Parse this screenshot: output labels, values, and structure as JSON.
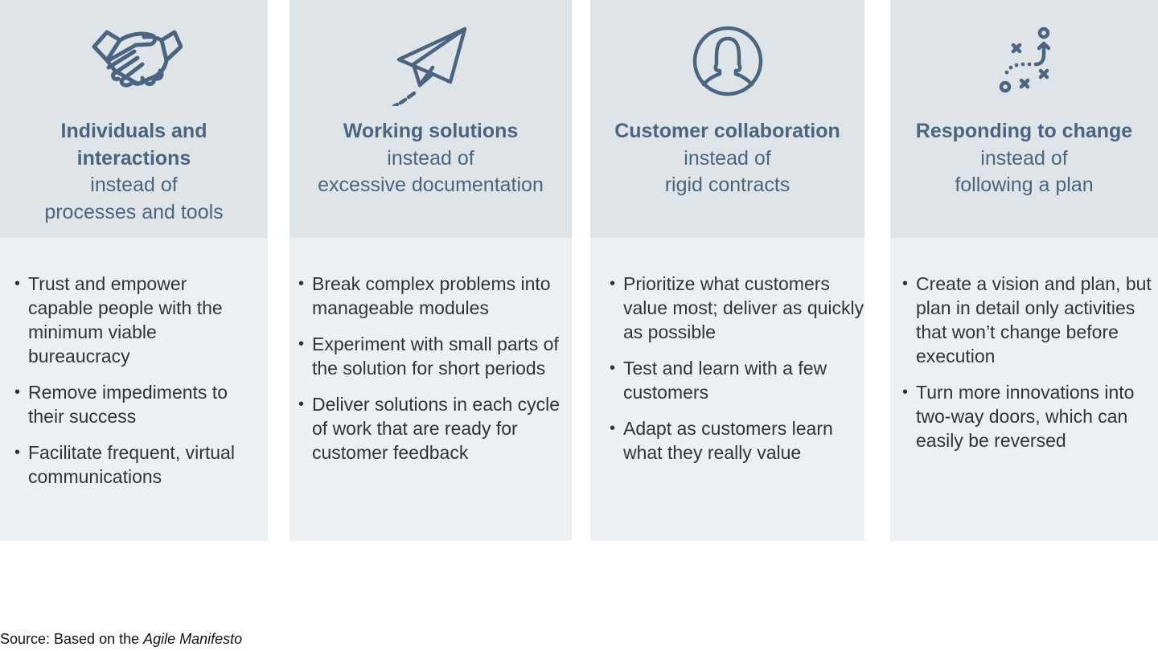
{
  "colors": {
    "header_bg": "#dfe4e9",
    "body_bg": "#edf0f3",
    "accent": "#4a6580",
    "text": "#333333"
  },
  "columns": [
    {
      "icon": "handshake-icon",
      "title_lines": [
        "Individuals and",
        "interactions"
      ],
      "sub_lines": [
        "instead of",
        "processes and tools"
      ],
      "bullets": [
        "Trust and empower capable people with the minimum viable bureaucracy",
        "Remove impediments to their success",
        "Facilitate frequent, virtual communications"
      ]
    },
    {
      "icon": "paper-plane-icon",
      "title_lines": [
        "Working solutions"
      ],
      "sub_lines": [
        "instead of",
        "excessive documentation"
      ],
      "bullets": [
        "Break complex problems into manageable modules",
        "Experiment with small parts of the solution for short periods",
        "Deliver solutions in each cycle of work that are ready for customer feedback"
      ]
    },
    {
      "icon": "customer-avatar-icon",
      "title_lines": [
        "Customer collaboration"
      ],
      "sub_lines": [
        "instead of",
        "rigid contracts"
      ],
      "bullets": [
        "Prioritize what customers value most; deliver as quickly as possible",
        "Test and learn with a few customers",
        "Adapt as customers learn what they really value"
      ]
    },
    {
      "icon": "strategy-play-icon",
      "title_lines": [
        "Responding to change"
      ],
      "sub_lines": [
        "instead of",
        "following a plan"
      ],
      "bullets": [
        "Create a vision and plan, but plan in detail only activities that won’t change before execution",
        "Turn more innovations into two-way doors, which can easily be reversed"
      ]
    }
  ],
  "source": {
    "prefix": "Source: Based on the ",
    "italic": "Agile Manifesto"
  }
}
